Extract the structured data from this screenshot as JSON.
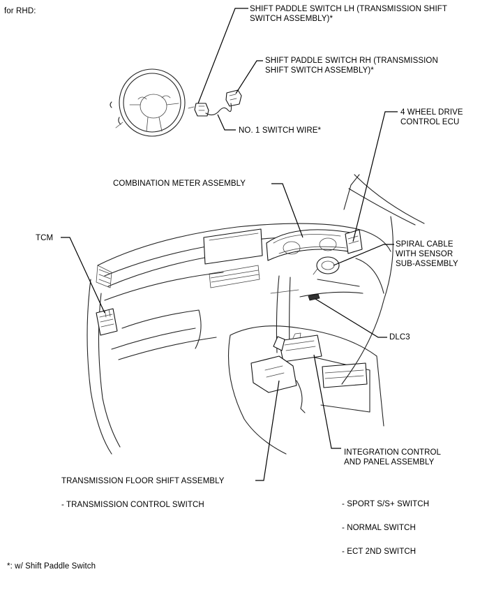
{
  "header": {
    "variant": "for RHD:"
  },
  "labels": {
    "paddle_lh": "SHIFT PADDLE SWITCH LH (TRANSMISSION SHIFT\nSWITCH ASSEMBLY)*",
    "paddle_rh": "SHIFT PADDLE SWITCH RH (TRANSMISSION\nSHIFT SWITCH ASSEMBLY)*",
    "switch_wire": "NO. 1 SWITCH WIRE*",
    "four_wd_ecu": "4 WHEEL DRIVE\nCONTROL ECU",
    "combination_meter": "COMBINATION METER ASSEMBLY",
    "tcm": "TCM",
    "spiral_cable": "SPIRAL CABLE\nWITH SENSOR\nSUB-ASSEMBLY",
    "dlc3": "DLC3",
    "integration_panel": "INTEGRATION CONTROL\nAND PANEL ASSEMBLY",
    "floor_shift": "TRANSMISSION FLOOR SHIFT ASSEMBLY"
  },
  "sub_items": {
    "floor_shift": [
      "- TRANSMISSION CONTROL SWITCH"
    ],
    "integration_panel": [
      "- SPORT S/S+ SWITCH",
      "- NORMAL SWITCH",
      "- ECT 2ND SWITCH"
    ]
  },
  "footnote": "*: w/ Shift Paddle Switch"
}
